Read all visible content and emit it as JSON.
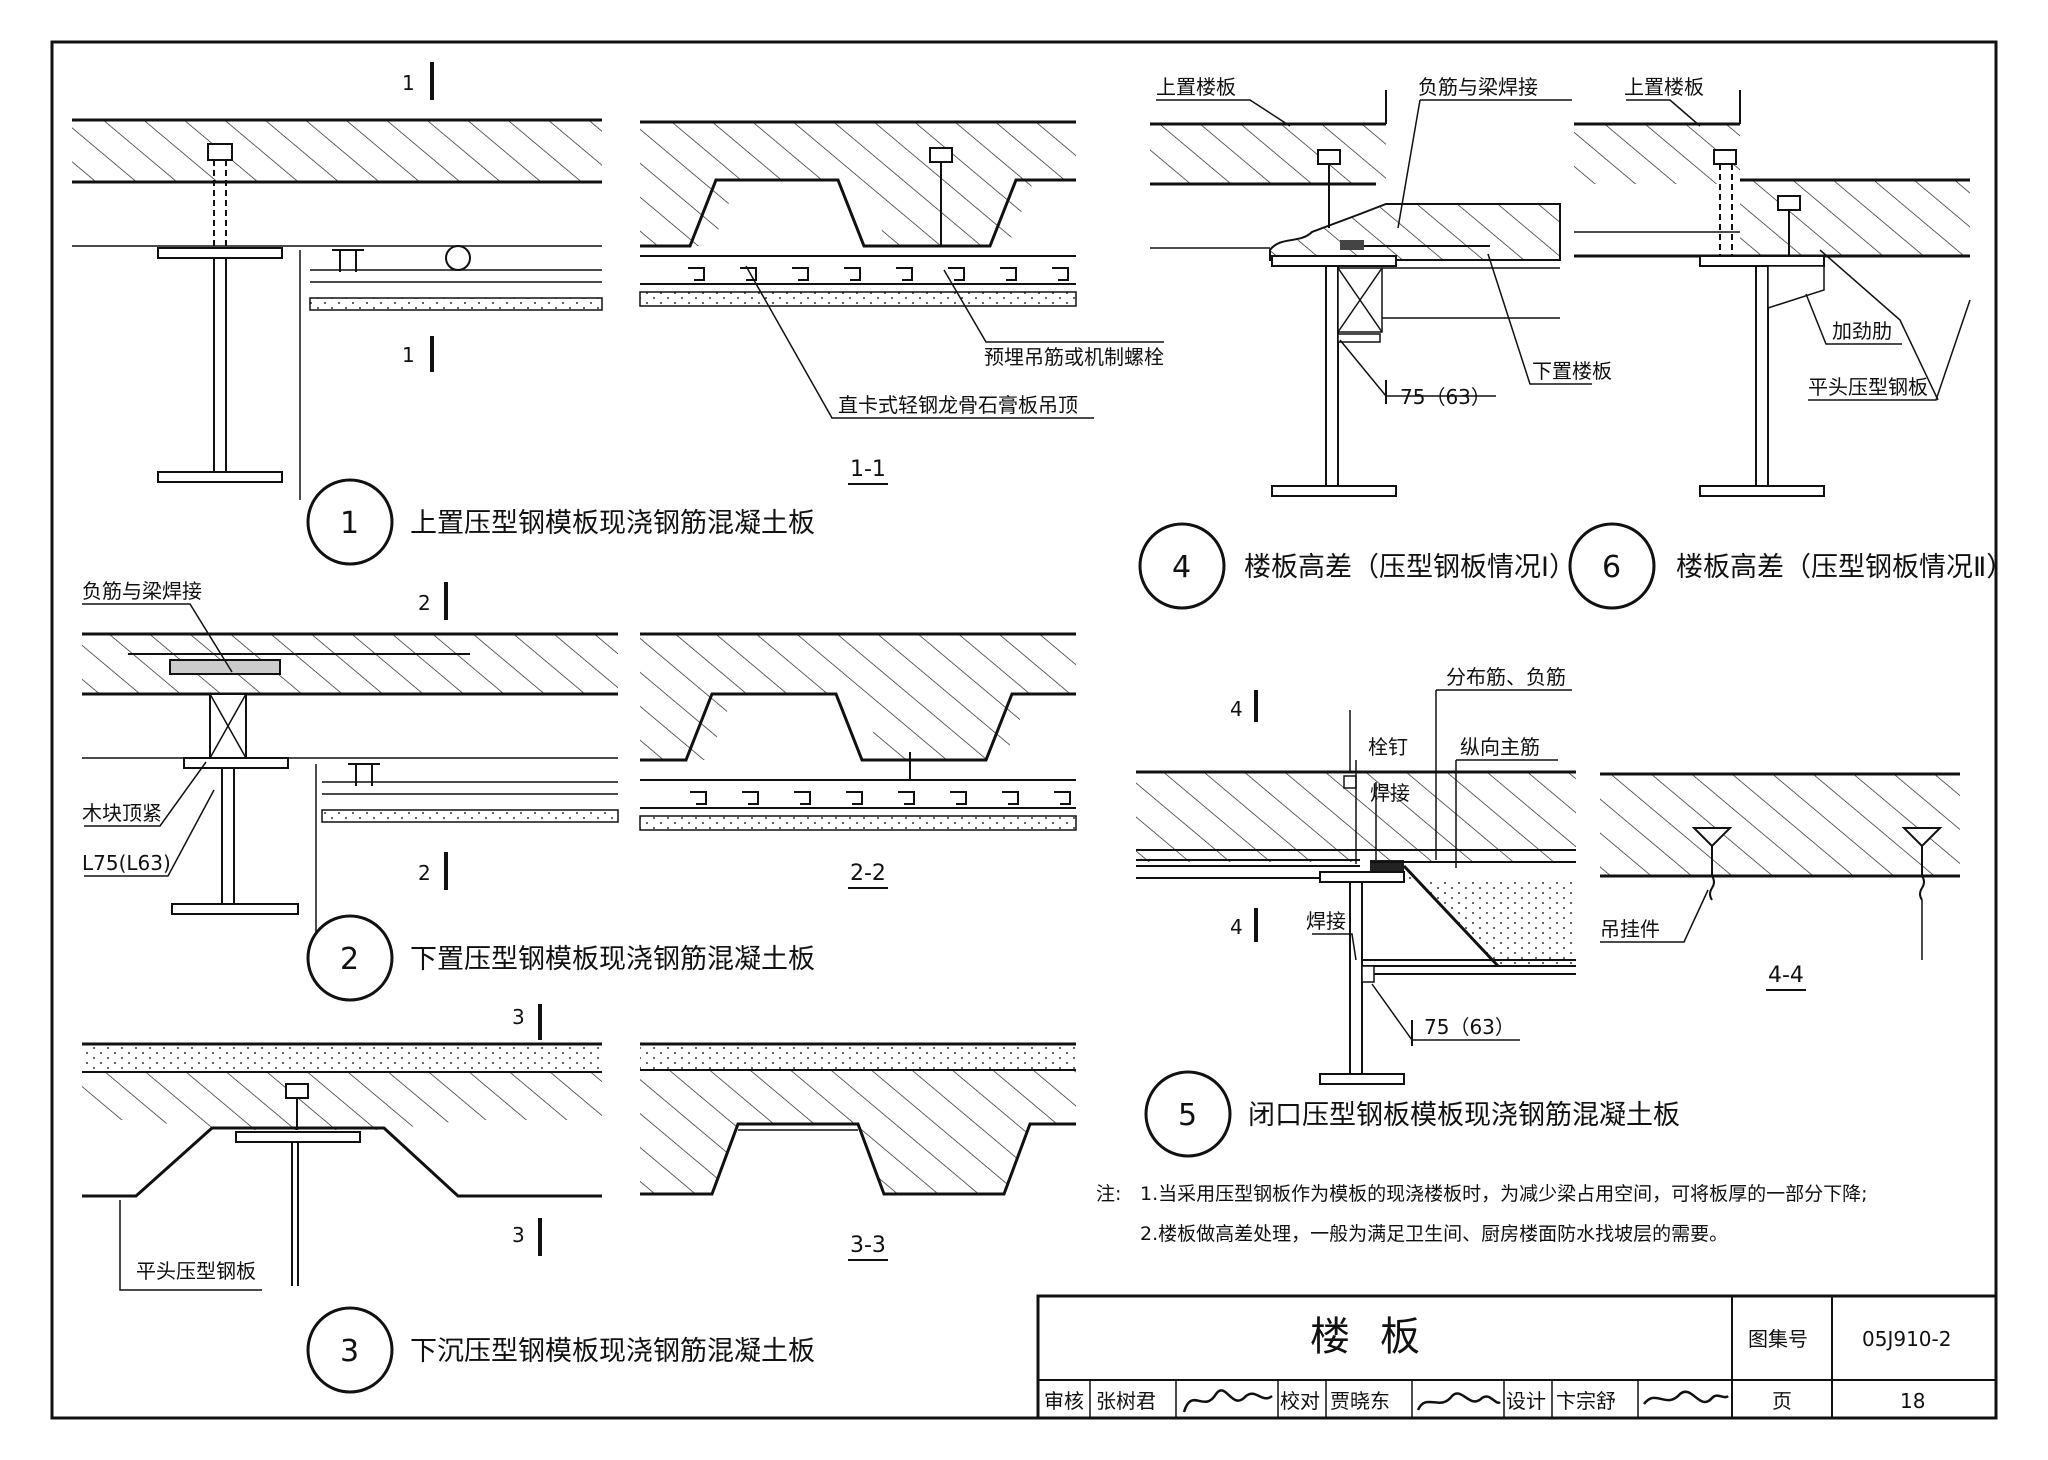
{
  "details": [
    {
      "num": "1",
      "title": "上置压型钢模板现浇钢筋混凝土板",
      "section": "1-1",
      "cut": "1"
    },
    {
      "num": "2",
      "title": "下置压型钢模板现浇钢筋混凝土板",
      "section": "2-2",
      "cut": "2"
    },
    {
      "num": "3",
      "title": "下沉压型钢模板现浇钢筋混凝土板",
      "section": "3-3",
      "cut": "3"
    },
    {
      "num": "4",
      "title": "楼板高差（压型钢板情况Ⅰ）"
    },
    {
      "num": "5",
      "title": "闭口压型钢板模板现浇钢筋混凝土板",
      "section": "4-4",
      "cut": "4"
    },
    {
      "num": "6",
      "title": "楼板高差（压型钢板情况Ⅱ）"
    }
  ],
  "labels": {
    "embedded_bolt": "预埋吊筋或机制螺栓",
    "ceiling": "直卡式轻钢龙骨石膏板吊顶",
    "neg_bar_weld": "负筋与梁焊接",
    "wood_block": "木块顶紧",
    "angle_l75": "L75(L63)",
    "flat_deck": "平头压型钢板",
    "upper_slab": "上置楼板",
    "lower_slab": "下置楼板",
    "angle_75": "75（63）",
    "stiffener": "加劲肋",
    "dist_bar": "分布筋、负筋",
    "stud": "栓钉",
    "weld": "焊接",
    "main_bar": "纵向主筋",
    "hanger": "吊挂件"
  },
  "notes": {
    "prefix": "注:",
    "n1": "1.当采用压型钢板作为模板的现浇楼板时，为减少梁占用空间，可将板厚的一部分下降;",
    "n2": "2.楼板做高差处理，一般为满足卫生间、厨房楼面防水找坡层的需要。"
  },
  "title_block": {
    "title": "楼板",
    "atlas_label": "图集号",
    "atlas_no": "05J910-2",
    "review_label": "审核",
    "reviewer": "张树君",
    "check_label": "校对",
    "checker": "贾晓东",
    "design_label": "设计",
    "designer": "卞宗舒",
    "page_label": "页",
    "page_no": "18"
  }
}
